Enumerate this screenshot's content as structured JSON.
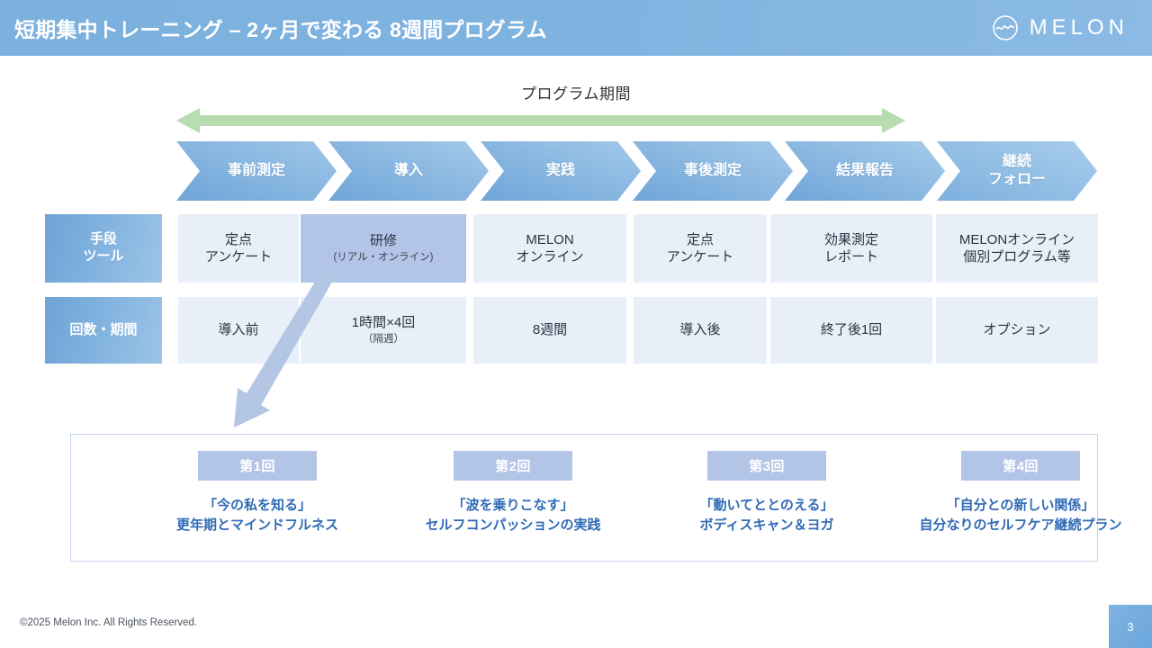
{
  "header": {
    "title": "短期集中トレーニング – 2ヶ月で変わる 8週間プログラム",
    "brand_name": "MELON",
    "brand_icon": "melon-wave-circle-icon",
    "bg_color": "#7eb2df"
  },
  "program_span": {
    "label": "プログラム期間",
    "arrow_color": "#b6dcb0",
    "arrow_icon": "double-headed-arrow-icon"
  },
  "phases": [
    {
      "label": "事前測定"
    },
    {
      "label": "導入"
    },
    {
      "label": "実践"
    },
    {
      "label": "事後測定"
    },
    {
      "label": "結果報告"
    },
    {
      "label": "継続\nフォロー"
    }
  ],
  "matrix": {
    "row_labels": [
      "手段\nツール",
      "回数・期間"
    ],
    "rows": [
      {
        "name": "手段ツール",
        "cells": [
          {
            "main": "定点\nアンケート",
            "sub": "",
            "highlight": false
          },
          {
            "main": "研修",
            "sub": "(リアル・オンライン)",
            "highlight": true
          },
          {
            "main": "MELON\nオンライン",
            "sub": "",
            "highlight": false
          },
          {
            "main": "定点\nアンケート",
            "sub": "",
            "highlight": false
          },
          {
            "main": "効果測定\nレポート",
            "sub": "",
            "highlight": false
          },
          {
            "main": "MELONオンライン\n個別プログラム等",
            "sub": "",
            "highlight": false
          }
        ]
      },
      {
        "name": "回数・期間",
        "cells": [
          {
            "main": "導入前",
            "sub": "",
            "highlight": false
          },
          {
            "main": "1時間×4回",
            "sub": "（隔週）",
            "highlight": false
          },
          {
            "main": "8週間",
            "sub": "",
            "highlight": false
          },
          {
            "main": "導入後",
            "sub": "",
            "highlight": false
          },
          {
            "main": "終了後1回",
            "sub": "",
            "highlight": false
          },
          {
            "main": "オプション",
            "sub": "",
            "highlight": false
          }
        ]
      }
    ],
    "cell_bg": "#e9eff8",
    "highlight_bg": "#b2c5e8"
  },
  "callout_arrow": {
    "icon": "diagonal-arrow-icon",
    "color": "#b3c6e4"
  },
  "sessions": {
    "border_color": "#c5d5ee",
    "badge_bg": "#b3c5e6",
    "text_color": "#2f6bb5",
    "items": [
      {
        "badge": "第1回",
        "text": "「今の私を知る」\n更年期とマインドフルネス"
      },
      {
        "badge": "第2回",
        "text": "「波を乗りこなす」\nセルフコンパッションの実践"
      },
      {
        "badge": "第3回",
        "text": "「動いてととのえる」\nボディスキャン＆ヨガ"
      },
      {
        "badge": "第4回",
        "text": "「自分との新しい関係」\n自分なりのセルフケア継続プラン"
      }
    ]
  },
  "footer": {
    "copyright": "©2025 Melon Inc. All Rights Reserved.",
    "page_number": "3"
  }
}
